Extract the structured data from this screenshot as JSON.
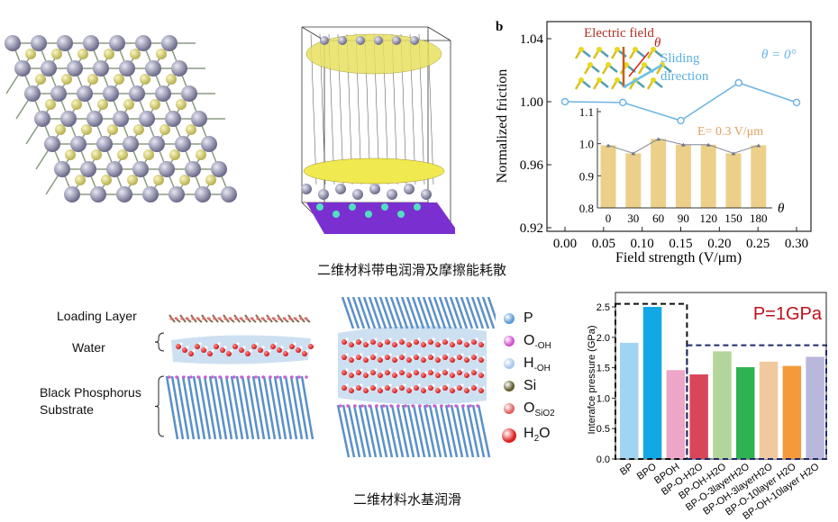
{
  "top_caption": "二维材料带电润滑及摩擦能耗散",
  "bottom_caption": "二维材料水基润滑",
  "friction_panel": {
    "panel_label": "b",
    "inset_labels": {
      "electric_field": "Electric field",
      "theta": "θ",
      "sliding": "Sliding",
      "direction": "direction"
    },
    "series_label": "θ = 0°",
    "inset_field_label": "E= 0.3 V/μm"
  },
  "water_panel": {
    "labels": {
      "loading": "Loading Layer",
      "water": "Water",
      "substrate_1": "Black Phosphorus",
      "substrate_2": "Substrate"
    },
    "legend": [
      {
        "label": "P",
        "sub": "",
        "color": "#5b9bd5"
      },
      {
        "label": "O",
        "sub": "-OH",
        "color": "#d050d0"
      },
      {
        "label": "H",
        "sub": "-OH",
        "color": "#a9c8ee"
      },
      {
        "label": "Si",
        "sub": "",
        "color": "#5e5a2a"
      },
      {
        "label": "O",
        "sub": "SiO2",
        "color": "#e06060"
      },
      {
        "label": "H",
        "sub": "2",
        "label2": "O",
        "color": "#e02020"
      }
    ]
  },
  "chart_data": [
    {
      "type": "line",
      "title": "",
      "xlabel": "Field strength (V/μm)",
      "ylabel": "Normalized friction",
      "xlim": [
        -0.02,
        0.32
      ],
      "ylim": [
        0.92,
        1.05
      ],
      "xticks": [
        "0.00",
        "0.05",
        "0.10",
        "0.15",
        "0.20",
        "0.25",
        "0.30"
      ],
      "yticks": [
        "0.92",
        "0.96",
        "1.00",
        "1.04"
      ],
      "series": [
        {
          "name": "θ = 0°",
          "color": "#6cb4e4",
          "x": [
            0,
            0.075,
            0.15,
            0.225,
            0.3
          ],
          "y": [
            1.0,
            0.9995,
            0.988,
            1.012,
            0.9995
          ]
        }
      ]
    },
    {
      "type": "bar",
      "title": "E= 0.3 V/μm",
      "xlabel": "θ",
      "ylabel": "",
      "categories": [
        "0",
        "30",
        "60",
        "90",
        "120",
        "150",
        "180"
      ],
      "values": [
        0.995,
        0.97,
        1.015,
        0.997,
        0.997,
        0.97,
        0.995
      ],
      "ylim": [
        0.8,
        1.1
      ],
      "yticks": [
        "0.8",
        "0.9",
        "1.0",
        "1.1"
      ],
      "bar_color": "#ecd08a"
    },
    {
      "type": "bar",
      "title": "P=1GPa",
      "xlabel": "",
      "ylabel": "Interafce pressure (GPa)",
      "ylim": [
        0,
        2.6
      ],
      "yticks": [
        "0.0",
        "0.5",
        "1.0",
        "1.5",
        "2.0",
        "2.5"
      ],
      "categories": [
        "BP",
        "BPO",
        "BPOH",
        "BP-O-H2O",
        "BP-OH-H2O",
        "BP-O-3layerH2O",
        "BP-OH-3layerH2O",
        "BP-O-10layer H2O",
        "BP-OH-10layer H2O"
      ],
      "values": [
        1.91,
        2.5,
        1.46,
        1.39,
        1.77,
        1.51,
        1.6,
        1.53,
        1.68
      ],
      "colors": [
        "#9fd5f3",
        "#12a8e6",
        "#eda6c8",
        "#d9465a",
        "#b3d59a",
        "#2fb352",
        "#f1c99f",
        "#f59a3a",
        "#b9b7dc"
      ]
    }
  ]
}
